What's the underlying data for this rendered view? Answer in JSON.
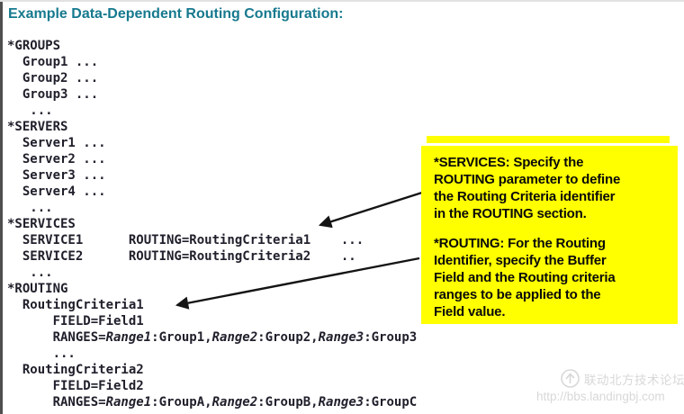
{
  "page": {
    "title": "Example Data-Dependent Routing Configuration:"
  },
  "colors": {
    "title": "#16798e",
    "code_text": "#20202c",
    "callout_background": "#ffff00",
    "callout_text": "#0a0a0a",
    "arrow": "#141414",
    "watermark": "#d8d8d8",
    "left_border": "#4f4f4f"
  },
  "code": {
    "lines": [
      {
        "segments": [
          {
            "t": "*GROUPS"
          }
        ]
      },
      {
        "segments": [
          {
            "t": "  Group1 ..."
          }
        ]
      },
      {
        "segments": [
          {
            "t": "  Group2 ..."
          }
        ]
      },
      {
        "segments": [
          {
            "t": "  Group3 ..."
          }
        ]
      },
      {
        "segments": [
          {
            "t": "   ..."
          }
        ]
      },
      {
        "segments": [
          {
            "t": "*SERVERS"
          }
        ]
      },
      {
        "segments": [
          {
            "t": "  Server1 ..."
          }
        ]
      },
      {
        "segments": [
          {
            "t": "  Server2 ..."
          }
        ]
      },
      {
        "segments": [
          {
            "t": "  Server3 ..."
          }
        ]
      },
      {
        "segments": [
          {
            "t": "  Server4 ..."
          }
        ]
      },
      {
        "segments": [
          {
            "t": "   ..."
          }
        ]
      },
      {
        "segments": [
          {
            "t": "*SERVICES"
          }
        ]
      },
      {
        "segments": [
          {
            "t": "  SERVICE1      ROUTING=RoutingCriteria1    ..."
          }
        ]
      },
      {
        "segments": [
          {
            "t": "  SERVICE2      ROUTING=RoutingCriteria2    .."
          }
        ]
      },
      {
        "segments": [
          {
            "t": "   ..."
          }
        ]
      },
      {
        "segments": [
          {
            "t": "*ROUTING"
          }
        ]
      },
      {
        "segments": [
          {
            "t": "  RoutingCriteria1"
          }
        ]
      },
      {
        "segments": [
          {
            "t": "      FIELD=Field1"
          }
        ]
      },
      {
        "segments": [
          {
            "t": "      RANGES="
          },
          {
            "t": "Range1",
            "i": true
          },
          {
            "t": ":Group1,"
          },
          {
            "t": "Range2",
            "i": true
          },
          {
            "t": ":Group2,"
          },
          {
            "t": "Range3",
            "i": true
          },
          {
            "t": ":Group3"
          }
        ]
      },
      {
        "segments": [
          {
            "t": "      ..."
          }
        ]
      },
      {
        "segments": [
          {
            "t": "  RoutingCriteria2"
          }
        ]
      },
      {
        "segments": [
          {
            "t": "      FIELD=Field2"
          }
        ]
      },
      {
        "segments": [
          {
            "t": "      RANGES="
          },
          {
            "t": "Range1",
            "i": true
          },
          {
            "t": ":GroupA,"
          },
          {
            "t": "Range2",
            "i": true
          },
          {
            "t": ":GroupB,"
          },
          {
            "t": "Range3",
            "i": true
          },
          {
            "t": ":GroupC"
          }
        ]
      }
    ]
  },
  "callout": {
    "blocks": [
      {
        "lines": [
          "*SERVICES: Specify the",
          "ROUTING parameter to define",
          "the Routing Criteria identifier",
          "in the ROUTING section."
        ]
      },
      {
        "lines": [
          "*ROUTING: For the Routing",
          "Identifier, specify the Buffer",
          "Field and the Routing criteria",
          "ranges to be applied to the",
          "Field value."
        ]
      }
    ]
  },
  "watermark": {
    "logo": "circle-bird-icon",
    "forum_name": "联动北方技术论坛",
    "url": "http://bbs.landingbj.com"
  }
}
